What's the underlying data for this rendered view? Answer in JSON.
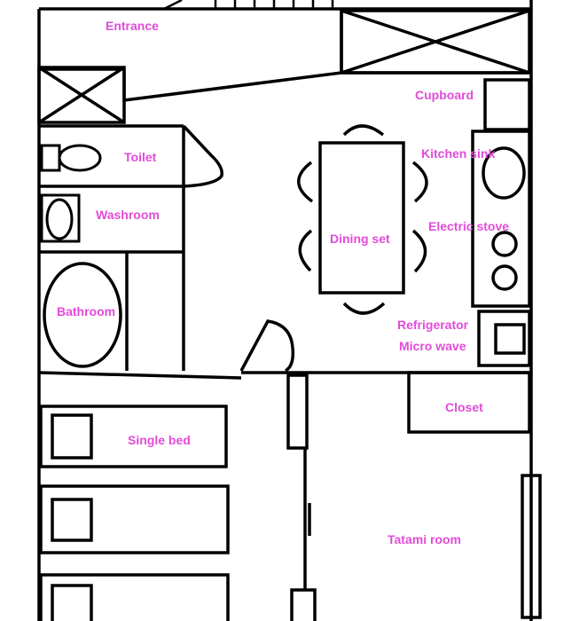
{
  "colors": {
    "label": "#e24bd8",
    "line": "#000000",
    "background": "#ffffff"
  },
  "rooms": {
    "entrance": "Entrance",
    "cupboard": "Cupboard",
    "toilet": "Toilet",
    "washroom": "Washroom",
    "bathroom": "Bathroom",
    "kitchen_sink": "Kitchen sink",
    "electric_stove": "Electric stove",
    "dining_set": "Dining set",
    "refrigerator": "Refrigerator",
    "micro_wave": "Micro wave",
    "closet": "Closet",
    "single_bed": "Single bed",
    "tatami_room": "Tatami room"
  }
}
